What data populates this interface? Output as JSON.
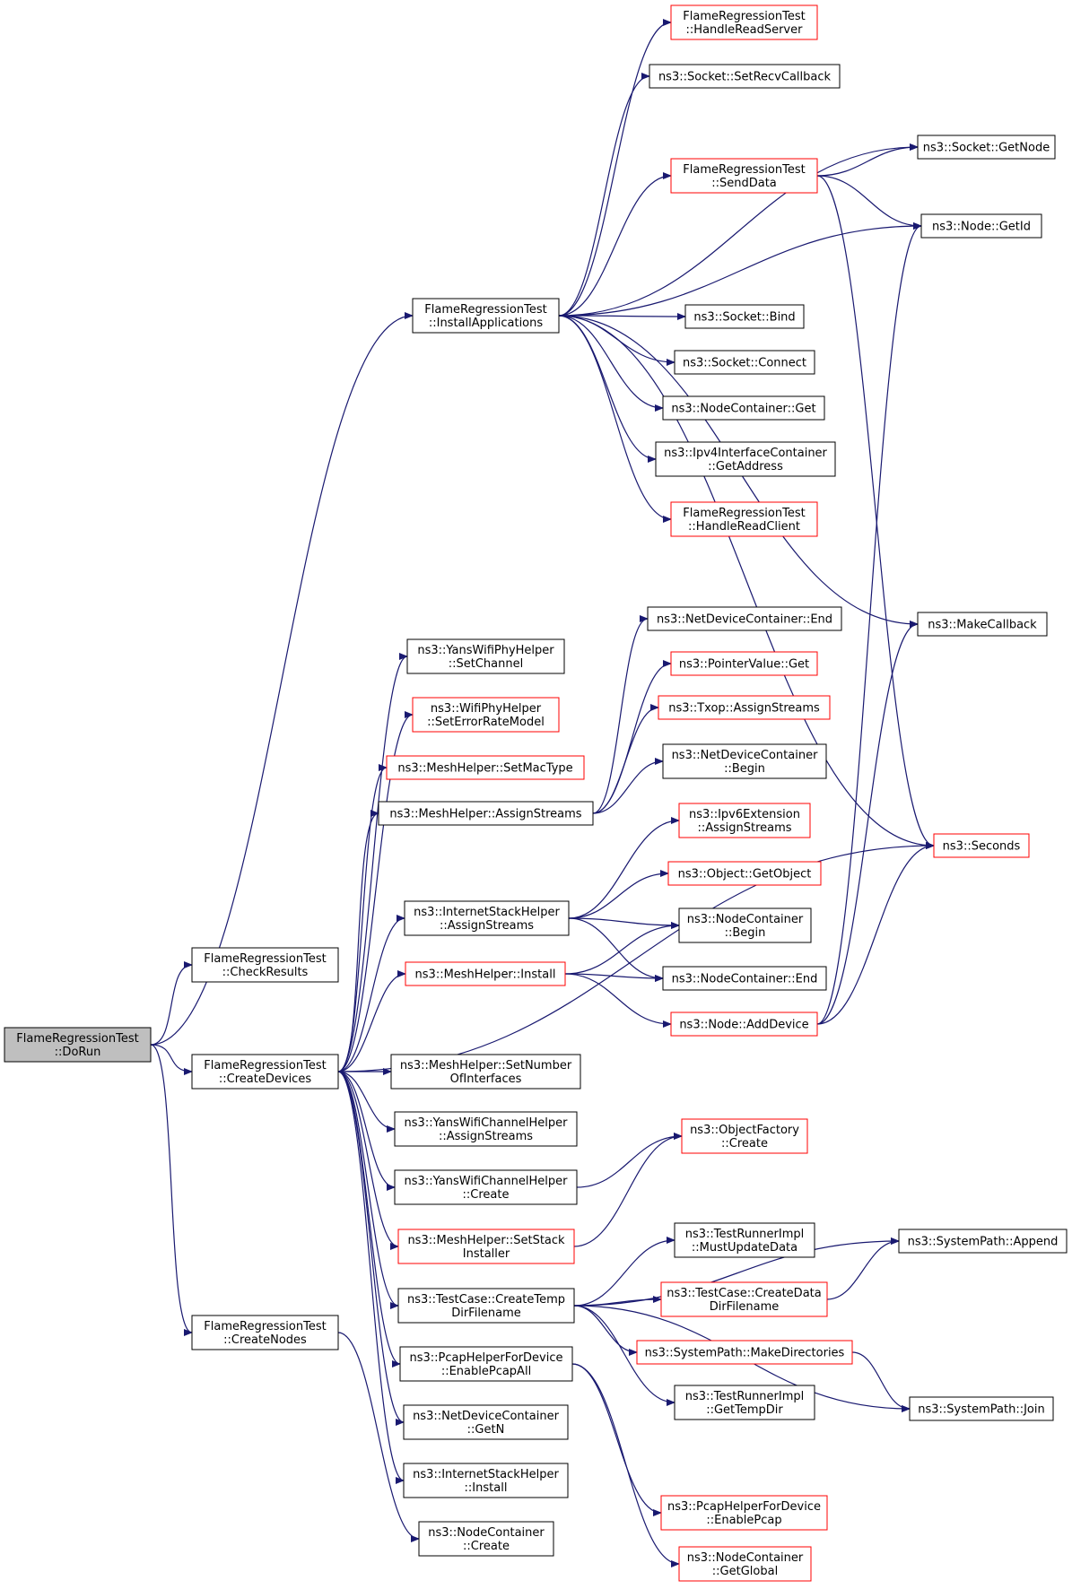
{
  "colors": {
    "edge": "#191970",
    "box_border": "#000000",
    "box_border_missing": "#ff0000",
    "root_fill": "#bfbfbf",
    "box_fill": "#ffffff"
  },
  "nodes": [
    {
      "id": "doRun",
      "lines": [
        "FlameRegressionTest",
        "::DoRun"
      ],
      "style": "root"
    },
    {
      "id": "checkResults",
      "lines": [
        "FlameRegressionTest",
        "::CheckResults"
      ],
      "style": "normal"
    },
    {
      "id": "createDevices",
      "lines": [
        "FlameRegressionTest",
        "::CreateDevices"
      ],
      "style": "normal"
    },
    {
      "id": "createNodes",
      "lines": [
        "FlameRegressionTest",
        "::CreateNodes"
      ],
      "style": "normal"
    },
    {
      "id": "installApps",
      "lines": [
        "FlameRegressionTest",
        "::InstallApplications"
      ],
      "style": "normal"
    },
    {
      "id": "handleReadServer",
      "lines": [
        "FlameRegressionTest",
        "::HandleReadServer"
      ],
      "style": "missing"
    },
    {
      "id": "setRecvCallback",
      "lines": [
        "ns3::Socket::SetRecvCallback"
      ],
      "style": "normal"
    },
    {
      "id": "sendData",
      "lines": [
        "FlameRegressionTest",
        "::SendData"
      ],
      "style": "missing"
    },
    {
      "id": "socketGetNode",
      "lines": [
        "ns3::Socket::GetNode"
      ],
      "style": "normal"
    },
    {
      "id": "nodeGetId",
      "lines": [
        "ns3::Node::GetId"
      ],
      "style": "normal"
    },
    {
      "id": "socketBind",
      "lines": [
        "ns3::Socket::Bind"
      ],
      "style": "normal"
    },
    {
      "id": "socketConnect",
      "lines": [
        "ns3::Socket::Connect"
      ],
      "style": "normal"
    },
    {
      "id": "ncGet",
      "lines": [
        "ns3::NodeContainer::Get"
      ],
      "style": "normal"
    },
    {
      "id": "ipv4GetAddress",
      "lines": [
        "ns3::Ipv4InterfaceContainer",
        "::GetAddress"
      ],
      "style": "normal"
    },
    {
      "id": "handleReadClient",
      "lines": [
        "FlameRegressionTest",
        "::HandleReadClient"
      ],
      "style": "missing"
    },
    {
      "id": "makeCallback",
      "lines": [
        "ns3::MakeCallback"
      ],
      "style": "normal"
    },
    {
      "id": "seconds",
      "lines": [
        "ns3::Seconds"
      ],
      "style": "missing"
    },
    {
      "id": "ndcEnd",
      "lines": [
        "ns3::NetDeviceContainer::End"
      ],
      "style": "normal"
    },
    {
      "id": "pointerGet",
      "lines": [
        "ns3::PointerValue::Get"
      ],
      "style": "missing"
    },
    {
      "id": "txopAssign",
      "lines": [
        "ns3::Txop::AssignStreams"
      ],
      "style": "missing"
    },
    {
      "id": "ndcBegin",
      "lines": [
        "ns3::NetDeviceContainer",
        "::Begin"
      ],
      "style": "normal"
    },
    {
      "id": "ipv6Assign",
      "lines": [
        "ns3::Ipv6Extension",
        "::AssignStreams"
      ],
      "style": "missing"
    },
    {
      "id": "objGetObject",
      "lines": [
        "ns3::Object::GetObject"
      ],
      "style": "missing"
    },
    {
      "id": "ncBegin",
      "lines": [
        "ns3::NodeContainer",
        "::Begin"
      ],
      "style": "normal"
    },
    {
      "id": "ncEnd",
      "lines": [
        "ns3::NodeContainer::End"
      ],
      "style": "normal"
    },
    {
      "id": "addDevice",
      "lines": [
        "ns3::Node::AddDevice"
      ],
      "style": "missing"
    },
    {
      "id": "yansSetChannel",
      "lines": [
        "ns3::YansWifiPhyHelper",
        "::SetChannel"
      ],
      "style": "normal"
    },
    {
      "id": "wifiSetErrorRate",
      "lines": [
        "ns3::WifiPhyHelper",
        "::SetErrorRateModel"
      ],
      "style": "missing"
    },
    {
      "id": "meshSetMac",
      "lines": [
        "ns3::MeshHelper::SetMacType"
      ],
      "style": "missing"
    },
    {
      "id": "meshAssign",
      "lines": [
        "ns3::MeshHelper::AssignStreams"
      ],
      "style": "normal"
    },
    {
      "id": "isAssign",
      "lines": [
        "ns3::InternetStackHelper",
        "::AssignStreams"
      ],
      "style": "normal"
    },
    {
      "id": "meshInstall",
      "lines": [
        "ns3::MeshHelper::Install"
      ],
      "style": "missing"
    },
    {
      "id": "meshSetNum",
      "lines": [
        "ns3::MeshHelper::SetNumber",
        "OfInterfaces"
      ],
      "style": "normal"
    },
    {
      "id": "yansChAssign",
      "lines": [
        "ns3::YansWifiChannelHelper",
        "::AssignStreams"
      ],
      "style": "normal"
    },
    {
      "id": "yansChCreate",
      "lines": [
        "ns3::YansWifiChannelHelper",
        "::Create"
      ],
      "style": "normal"
    },
    {
      "id": "objFactCreate",
      "lines": [
        "ns3::ObjectFactory",
        "::Create"
      ],
      "style": "missing"
    },
    {
      "id": "meshSetStack",
      "lines": [
        "ns3::MeshHelper::SetStack",
        "Installer"
      ],
      "style": "missing"
    },
    {
      "id": "createTempDir",
      "lines": [
        "ns3::TestCase::CreateTemp",
        "DirFilename"
      ],
      "style": "normal"
    },
    {
      "id": "mustUpdate",
      "lines": [
        "ns3::TestRunnerImpl",
        "::MustUpdateData"
      ],
      "style": "normal"
    },
    {
      "id": "createDataDir",
      "lines": [
        "ns3::TestCase::CreateData",
        "DirFilename"
      ],
      "style": "missing"
    },
    {
      "id": "spAppend",
      "lines": [
        "ns3::SystemPath::Append"
      ],
      "style": "normal"
    },
    {
      "id": "spMakeDirs",
      "lines": [
        "ns3::SystemPath::MakeDirectories"
      ],
      "style": "missing"
    },
    {
      "id": "getTempDir",
      "lines": [
        "ns3::TestRunnerImpl",
        "::GetTempDir"
      ],
      "style": "normal"
    },
    {
      "id": "spJoin",
      "lines": [
        "ns3::SystemPath::Join"
      ],
      "style": "normal"
    },
    {
      "id": "pcapEnableAll",
      "lines": [
        "ns3::PcapHelperForDevice",
        "::EnablePcapAll"
      ],
      "style": "normal"
    },
    {
      "id": "pcapEnable",
      "lines": [
        "ns3::PcapHelperForDevice",
        "::EnablePcap"
      ],
      "style": "missing"
    },
    {
      "id": "ndcGetN",
      "lines": [
        "ns3::NetDeviceContainer",
        "::GetN"
      ],
      "style": "normal"
    },
    {
      "id": "isInstall",
      "lines": [
        "ns3::InternetStackHelper",
        "::Install"
      ],
      "style": "normal"
    },
    {
      "id": "ncCreate",
      "lines": [
        "ns3::NodeContainer",
        "::Create"
      ],
      "style": "normal"
    },
    {
      "id": "ncGetGlobal",
      "lines": [
        "ns3::NodeContainer",
        "::GetGlobal"
      ],
      "style": "missing"
    }
  ],
  "edges": [
    [
      "doRun",
      "checkResults"
    ],
    [
      "doRun",
      "createDevices"
    ],
    [
      "doRun",
      "createNodes"
    ],
    [
      "doRun",
      "installApps"
    ],
    [
      "installApps",
      "handleReadServer"
    ],
    [
      "installApps",
      "setRecvCallback"
    ],
    [
      "installApps",
      "socketGetNode"
    ],
    [
      "installApps",
      "sendData"
    ],
    [
      "installApps",
      "nodeGetId"
    ],
    [
      "installApps",
      "makeCallback"
    ],
    [
      "installApps",
      "socketBind"
    ],
    [
      "installApps",
      "socketConnect"
    ],
    [
      "installApps",
      "ncGet"
    ],
    [
      "installApps",
      "ipv4GetAddress"
    ],
    [
      "installApps",
      "handleReadClient"
    ],
    [
      "installApps",
      "seconds"
    ],
    [
      "sendData",
      "socketGetNode"
    ],
    [
      "sendData",
      "nodeGetId"
    ],
    [
      "sendData",
      "seconds"
    ],
    [
      "createDevices",
      "yansSetChannel"
    ],
    [
      "createDevices",
      "wifiSetErrorRate"
    ],
    [
      "createDevices",
      "meshSetMac"
    ],
    [
      "createDevices",
      "meshAssign"
    ],
    [
      "createDevices",
      "isAssign"
    ],
    [
      "createDevices",
      "meshInstall"
    ],
    [
      "createDevices",
      "seconds"
    ],
    [
      "createDevices",
      "meshSetNum"
    ],
    [
      "createDevices",
      "yansChAssign"
    ],
    [
      "createDevices",
      "yansChCreate"
    ],
    [
      "createDevices",
      "meshSetStack"
    ],
    [
      "createDevices",
      "createTempDir"
    ],
    [
      "createDevices",
      "pcapEnableAll"
    ],
    [
      "createDevices",
      "ndcGetN"
    ],
    [
      "createDevices",
      "isInstall"
    ],
    [
      "meshAssign",
      "ndcEnd"
    ],
    [
      "meshAssign",
      "pointerGet"
    ],
    [
      "meshAssign",
      "txopAssign"
    ],
    [
      "meshAssign",
      "ndcBegin"
    ],
    [
      "isAssign",
      "ipv6Assign"
    ],
    [
      "isAssign",
      "objGetObject"
    ],
    [
      "isAssign",
      "ncBegin"
    ],
    [
      "isAssign",
      "ncEnd"
    ],
    [
      "meshInstall",
      "ncBegin"
    ],
    [
      "meshInstall",
      "ncEnd"
    ],
    [
      "meshInstall",
      "addDevice"
    ],
    [
      "addDevice",
      "nodeGetId"
    ],
    [
      "addDevice",
      "makeCallback"
    ],
    [
      "addDevice",
      "seconds"
    ],
    [
      "yansChCreate",
      "objFactCreate"
    ],
    [
      "meshSetStack",
      "objFactCreate"
    ],
    [
      "createTempDir",
      "spAppend"
    ],
    [
      "createTempDir",
      "mustUpdate"
    ],
    [
      "createTempDir",
      "createDataDir"
    ],
    [
      "createTempDir",
      "spMakeDirs"
    ],
    [
      "createTempDir",
      "getTempDir"
    ],
    [
      "createTempDir",
      "spJoin"
    ],
    [
      "createDataDir",
      "spAppend"
    ],
    [
      "spMakeDirs",
      "spJoin"
    ],
    [
      "pcapEnableAll",
      "pcapEnable"
    ],
    [
      "pcapEnableAll",
      "ncGetGlobal"
    ],
    [
      "createNodes",
      "ncCreate"
    ]
  ]
}
